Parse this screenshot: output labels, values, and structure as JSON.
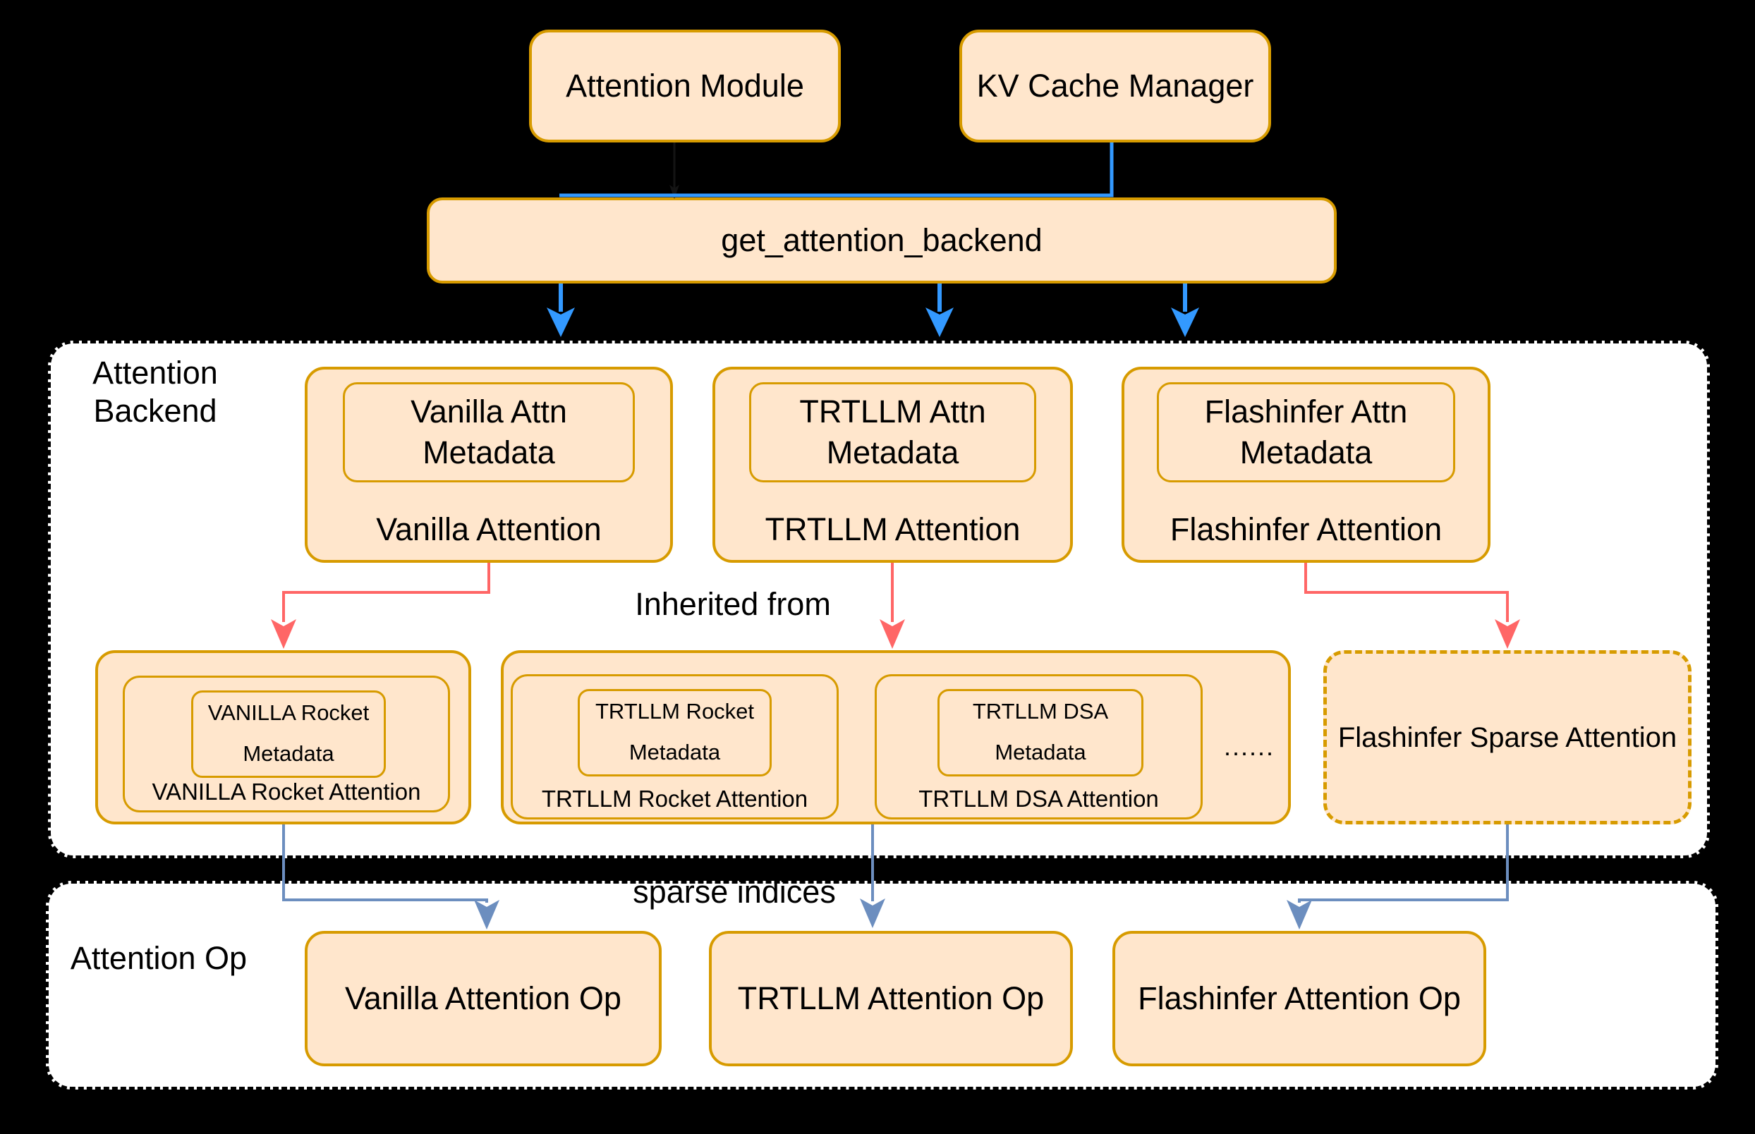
{
  "colors": {
    "background": "#000000",
    "node_fill": "#FFE6CC",
    "node_stroke": "#D79B00",
    "container_fill": "#FFFFFF",
    "container_stroke": "#000000",
    "blue_arrow": "#3399FF",
    "red_arrow": "#FF6666",
    "slate_arrow": "#6C8EBF",
    "text": "#000000"
  },
  "top": {
    "attention_module_label": "Attention Module",
    "kv_cache_manager_label": "KV Cache Manager",
    "get_attention_backend_label": "get_attention_backend"
  },
  "backend_section": {
    "title_line1": "Attention",
    "title_line2": "Backend",
    "inherited_from_label": "Inherited from",
    "vanilla": {
      "label": "Vanilla Attention",
      "metadata_line1": "Vanilla Attn",
      "metadata_line2": "Metadata"
    },
    "trtllm": {
      "label": "TRTLLM Attention",
      "metadata_line1": "TRTLLM Attn",
      "metadata_line2": "Metadata"
    },
    "flashinfer": {
      "label": "Flashinfer Attention",
      "metadata_line1": "Flashinfer Attn",
      "metadata_line2": "Metadata"
    },
    "vanilla_rocket": {
      "label": "VANILLA Rocket Attention",
      "metadata_line1": "VANILLA Rocket",
      "metadata_line2": "Metadata"
    },
    "trtllm_rocket": {
      "label": "TRTLLM Rocket Attention",
      "metadata_line1": "TRTLLM Rocket",
      "metadata_line2": "Metadata"
    },
    "trtllm_dsa": {
      "label": "TRTLLM DSA Attention",
      "metadata_line1": "TRTLLM DSA",
      "metadata_line2": "Metadata"
    },
    "ellipsis": "......",
    "flashinfer_sparse_label": "Flashinfer Sparse Attention"
  },
  "op_section": {
    "title": "Attention Op",
    "sparse_indices_label": "sparse indices",
    "vanilla_op_label": "Vanilla Attention Op",
    "trtllm_op_label": "TRTLLM Attention Op",
    "flashinfer_op_label": "Flashinfer Attention Op"
  }
}
